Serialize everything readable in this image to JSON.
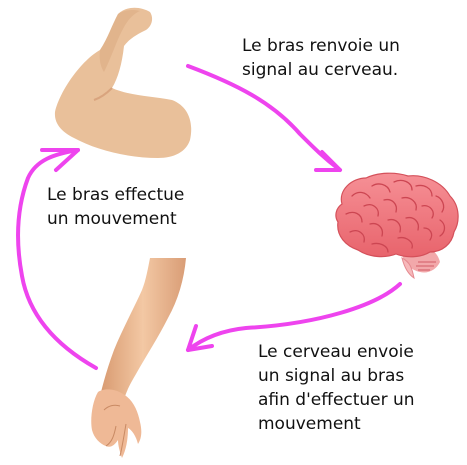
{
  "captions": {
    "signal_to_brain": [
      "Le bras renvoie un",
      "signal au cerveau."
    ],
    "arm_moves": [
      "Le bras effectue",
      "un mouvement"
    ],
    "brain_to_arm": [
      "Le cerveau envoie",
      "un signal au bras",
      "afin d'effectuer un",
      "mouvement"
    ]
  },
  "icons": {
    "flexed_arm": "flexed-arm-icon",
    "brain": "brain-icon",
    "relaxed_arm": "relaxed-arm-icon"
  },
  "colors": {
    "arrow": "#ee44ee",
    "skin": "#eec4a0",
    "skin_dark": "#d9a07a",
    "brain": "#f0787e",
    "brain_dark": "#d6505c",
    "brainstem": "#f4a0a4",
    "text": "#111111"
  }
}
